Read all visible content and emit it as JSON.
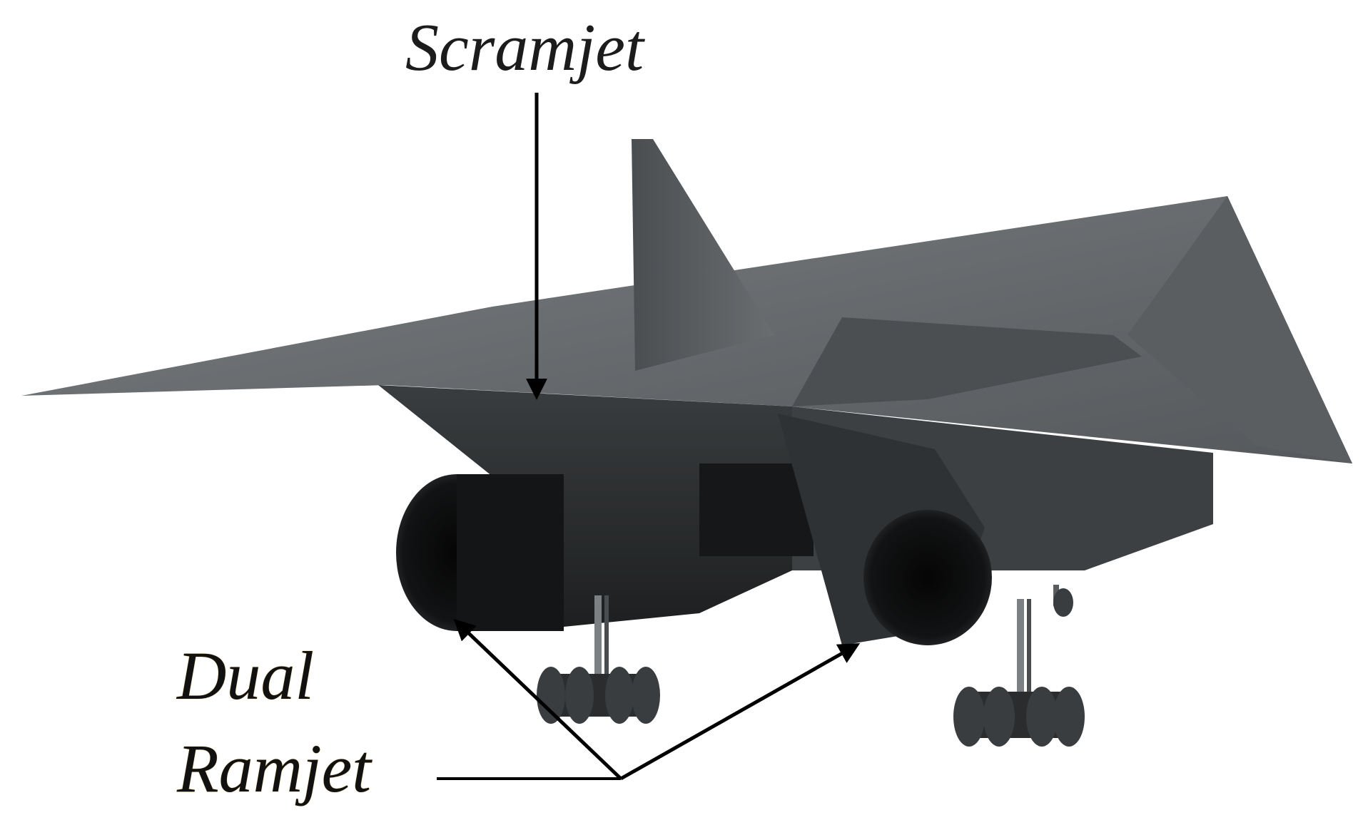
{
  "labels": {
    "scramjet": "Scramjet",
    "dual_ramjet_line1": "Dual",
    "dual_ramjet_line2": "Ramjet"
  },
  "colors": {
    "background": "#ffffff",
    "airframe_light": "#6e7275",
    "airframe_mid": "#505457",
    "airframe_dark": "#2b2d2f",
    "engine_dark": "#121314",
    "arrow": "#000000"
  },
  "figure": {
    "subject": "hypersonic-aircraft-model",
    "components": [
      "scramjet",
      "dual-ramjet",
      "vertical-tail",
      "delta-wing",
      "landing-gear"
    ]
  }
}
